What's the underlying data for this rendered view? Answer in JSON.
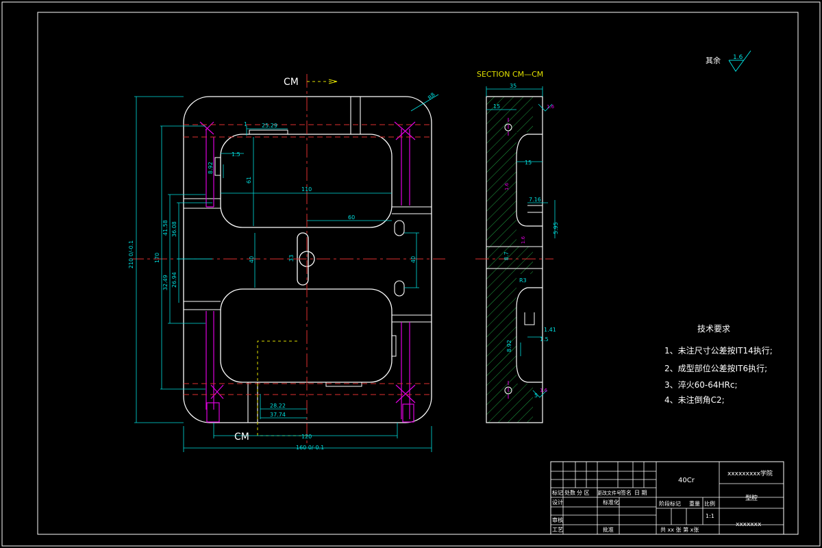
{
  "labels": {
    "cm_top": "CM",
    "cm_bottom": "CM",
    "section_title": "SECTION  CM—CM",
    "roughness_prefix": "其余",
    "roughness_value": "1.6"
  },
  "plan_dims": {
    "r": "R8",
    "d1": "1",
    "d2": "25.29",
    "d3": "1.5",
    "d4": "61",
    "d5": "8.92",
    "d6": "110",
    "d7": "60",
    "d8": "41.58",
    "d9": "36.08",
    "d10": "40",
    "d11": "33",
    "d12": "40",
    "d13": "170",
    "d14": "210 0/-0.1",
    "d15": "32.49",
    "d16": "26.94",
    "d17": "28.22",
    "d18": "37.74",
    "d19": "120",
    "d20": "160 0/-0.1"
  },
  "section_dims": {
    "s1": "35",
    "s2": "15",
    "s3": "15",
    "s4": "7.16",
    "s5": "5.95",
    "s6": "8.7",
    "s7": "R3",
    "s8": "1.41",
    "s9": "1.5",
    "s10": "8.92",
    "s11": "5",
    "r1": "1.6",
    "r2": "1.6",
    "r3": "1.6",
    "r4": "1.6"
  },
  "tech_notes": {
    "title": "技术要求",
    "items": [
      "1、未注尺寸公差按IT14执行;",
      "2、成型部位公差按IT6执行;",
      "3、淬火60-64HRc;",
      "4、未注倒角C2;"
    ]
  },
  "title_block": {
    "material": "40Cr",
    "school": "xxxxxxxxx学院",
    "drawing_name": "型腔",
    "drawing_no": "xxxxxxx",
    "scale": "1:1",
    "sheets": "共 xx 张  第 x张",
    "h_mark": "标记",
    "h_qty": "处数",
    "h_zone": "分  区",
    "h_change": "更改文件号",
    "h_sign": "签名",
    "h_date": "日  期",
    "h_design": "设计",
    "h_std": "标准化",
    "h_stage": "阶段标记",
    "h_weight": "重量",
    "h_ratio": "比例",
    "h_check": "审核",
    "h_process": "工艺",
    "h_approve": "批准"
  }
}
